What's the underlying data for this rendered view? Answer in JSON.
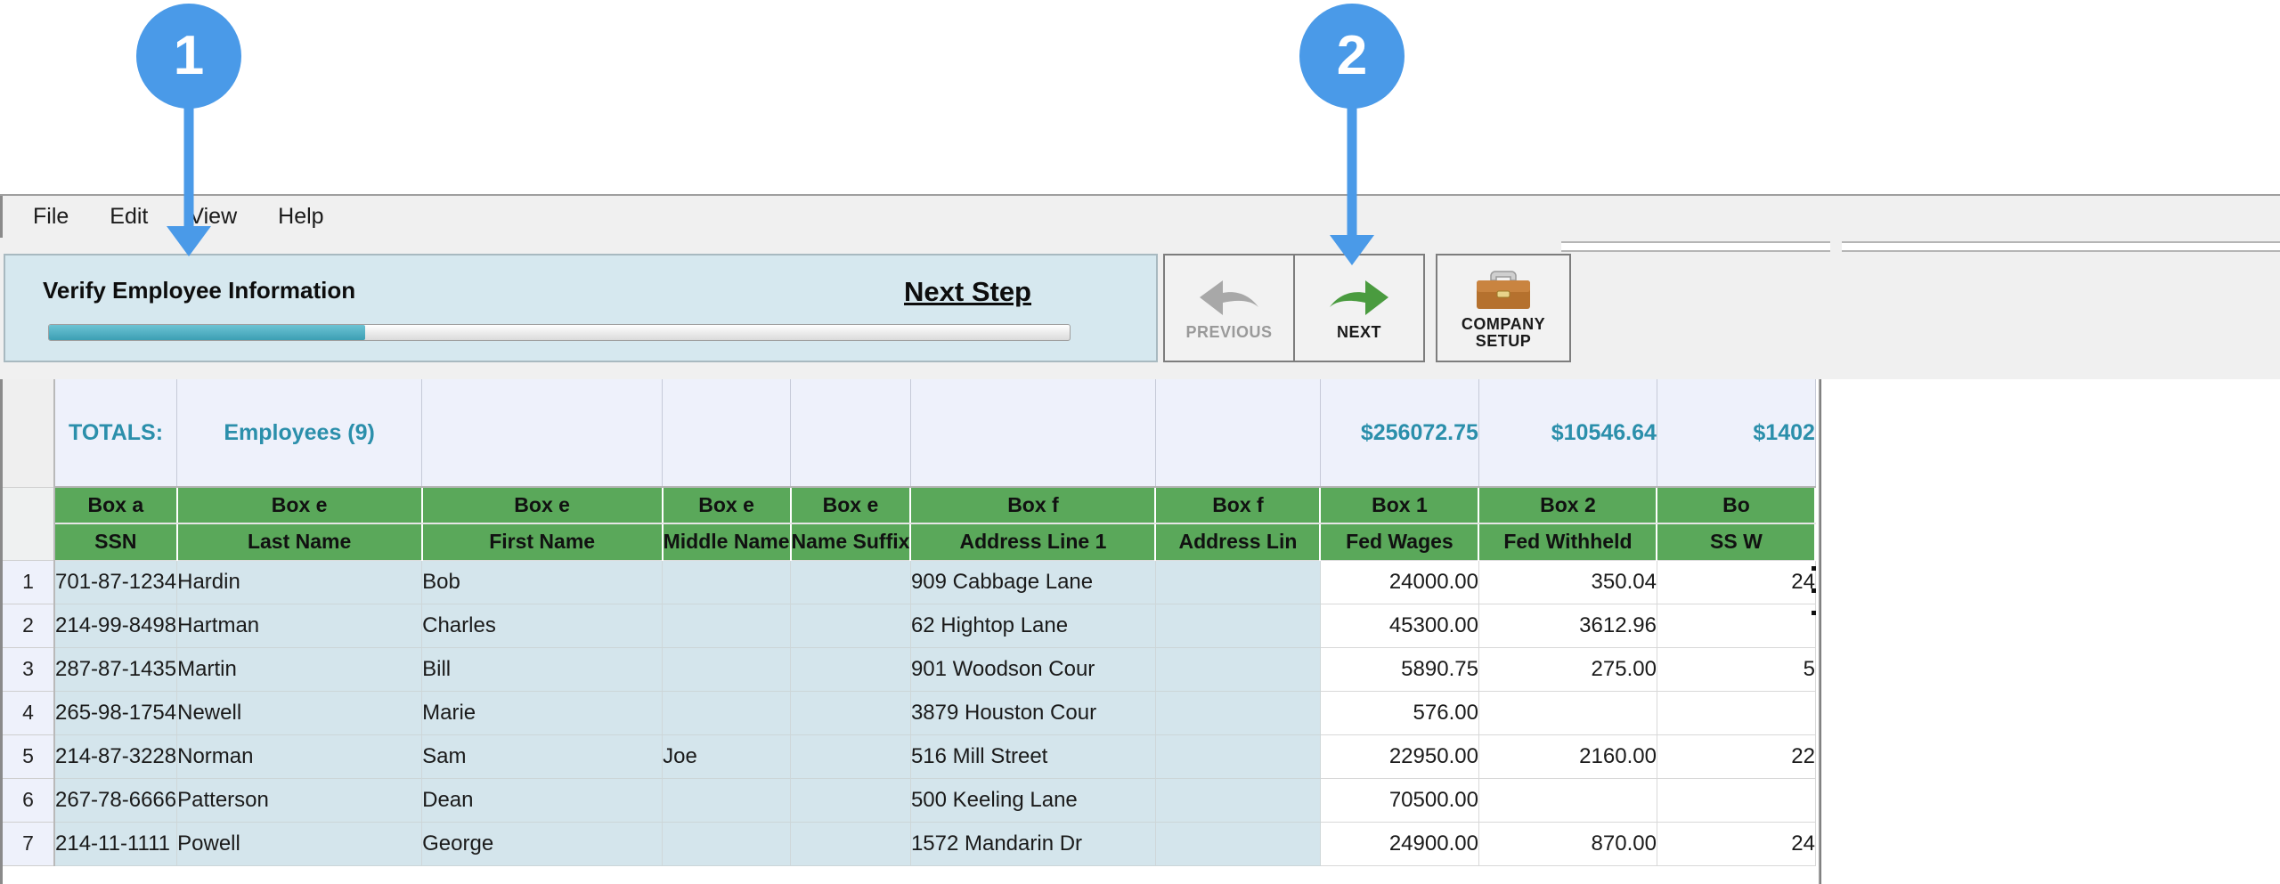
{
  "callouts": [
    {
      "number": "1"
    },
    {
      "number": "2"
    }
  ],
  "menubar": {
    "items": [
      {
        "label": "File",
        "name": "menu-file"
      },
      {
        "label": "Edit",
        "name": "menu-edit"
      },
      {
        "label": "View",
        "name": "menu-view"
      },
      {
        "label": "Help",
        "name": "menu-help"
      }
    ]
  },
  "banner": {
    "title": "Verify Employee Information",
    "next_step_link": "Next Step",
    "progress_percent": 31,
    "fill_color": "#3c9fb3",
    "background_color": "#d6e8ef"
  },
  "nav_buttons": {
    "previous": {
      "label": "PREVIOUS",
      "enabled": false,
      "icon_color": "#a8a8a8"
    },
    "next": {
      "label": "NEXT",
      "enabled": true,
      "icon_color": "#4a9b3f"
    },
    "company_setup": {
      "label_line1": "COMPANY",
      "label_line2": "SETUP",
      "icon_color": "#b5712e"
    }
  },
  "grid": {
    "totals_label": "TOTALS:",
    "employees_label": "Employees (9)",
    "totals": {
      "fed_wages": "$256072.75",
      "fed_withheld": "$10546.64",
      "ss_wages": "$1402"
    },
    "box_labels": [
      "Box a",
      "Box e",
      "Box e",
      "Box e",
      "Box e",
      "Box f",
      "Box f",
      "Box 1",
      "Box 2",
      "Bo"
    ],
    "columns": [
      "SSN",
      "Last Name",
      "First Name",
      "Middle Name",
      "Name Suffix",
      "Address Line 1",
      "Address Lin",
      "Fed Wages",
      "Fed Withheld",
      "SS W"
    ],
    "rows": [
      {
        "n": "1",
        "ssn": "701-87-1234",
        "last": "Hardin",
        "first": "Bob",
        "middle": "",
        "suffix": "",
        "addr1": "909 Cabbage Lane",
        "addr2": "",
        "fed_wages": "24000.00",
        "fed_withheld": "350.04",
        "ss_wages": "24"
      },
      {
        "n": "2",
        "ssn": "214-99-8498",
        "last": "Hartman",
        "first": "Charles",
        "middle": "",
        "suffix": "",
        "addr1": "62 Hightop Lane",
        "addr2": "",
        "fed_wages": "45300.00",
        "fed_withheld": "3612.96",
        "ss_wages": ""
      },
      {
        "n": "3",
        "ssn": "287-87-1435",
        "last": "Martin",
        "first": "Bill",
        "middle": "",
        "suffix": "",
        "addr1": "901 Woodson Cour",
        "addr2": "",
        "fed_wages": "5890.75",
        "fed_withheld": "275.00",
        "ss_wages": "5"
      },
      {
        "n": "4",
        "ssn": "265-98-1754",
        "last": "Newell",
        "first": "Marie",
        "middle": "",
        "suffix": "",
        "addr1": "3879 Houston Cour",
        "addr2": "",
        "fed_wages": "576.00",
        "fed_withheld": "",
        "ss_wages": ""
      },
      {
        "n": "5",
        "ssn": "214-87-3228",
        "last": "Norman",
        "first": "Sam",
        "middle": "Joe",
        "suffix": "",
        "addr1": "516 Mill Street",
        "addr2": "",
        "fed_wages": "22950.00",
        "fed_withheld": "2160.00",
        "ss_wages": "22"
      },
      {
        "n": "6",
        "ssn": "267-78-6666",
        "last": "Patterson",
        "first": "Dean",
        "middle": "",
        "suffix": "",
        "addr1": "500 Keeling Lane",
        "addr2": "",
        "fed_wages": "70500.00",
        "fed_withheld": "",
        "ss_wages": ""
      },
      {
        "n": "7",
        "ssn": "214-11-1111",
        "last": "Powell",
        "first": "George",
        "middle": "",
        "suffix": "",
        "addr1": "1572 Mandarin Dr",
        "addr2": "",
        "fed_wages": "24900.00",
        "fed_withheld": "870.00",
        "ss_wages": "24"
      }
    ]
  },
  "colors": {
    "callout_blue": "#4a9ae8",
    "header_green": "#5aa85a",
    "totals_text": "#2b8fab",
    "frozen_row": "#d4e5ec"
  }
}
